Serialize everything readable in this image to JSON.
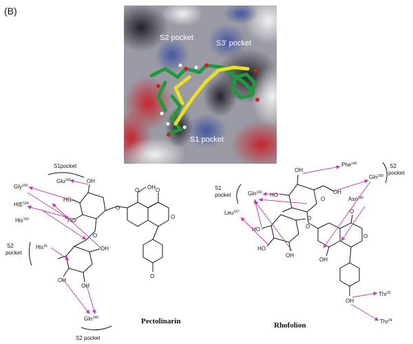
{
  "panel_label": "(B)",
  "surface_labels": {
    "s2": "S2 pocket",
    "s3": "S3' pocket",
    "s1": "S1 pocket"
  },
  "colors": {
    "interaction_arrow": "#c040b0",
    "surface_red": "#c8202a",
    "surface_blue": "#3a4fa0",
    "ligand_green": "#1f9a3a",
    "ligand_yellow": "#e8e020"
  },
  "pectolinarin": {
    "name": "Pectolinarin",
    "s1pocket": "S1pocket",
    "s2pocket": "S2\npocket",
    "s2pocket_bottom": "S2 pocket",
    "residues": {
      "glu": "Glu",
      "glu_num": "166",
      "gly": "Gly",
      "gly_num": "143",
      "hie": "HIE",
      "hie_num": "164",
      "his163": "His",
      "his163_num": "163",
      "his41": "His",
      "his41_num": "41",
      "gln": "Gln",
      "gln_num": "189"
    },
    "atoms": {
      "ho": "HO",
      "oh": "OH",
      "o": "O"
    }
  },
  "rhofolion": {
    "name": "Rhofolion",
    "s1pocket": "S1\npocket",
    "s2pocket": "S2\npocket",
    "residues": {
      "phe": "Phe",
      "phe_num": "140",
      "gln": "Gln",
      "gln_num": "189",
      "gln166": "Gln",
      "gln166_num": "166",
      "asn": "Asn",
      "asn_num": "142",
      "leu": "Leu",
      "leu_num": "167",
      "thr26": "Thr",
      "thr26_num": "26",
      "thr24": "Thr",
      "thr24_num": "24"
    },
    "atoms": {
      "ho": "HO",
      "oh": "OH",
      "o": "O"
    }
  }
}
